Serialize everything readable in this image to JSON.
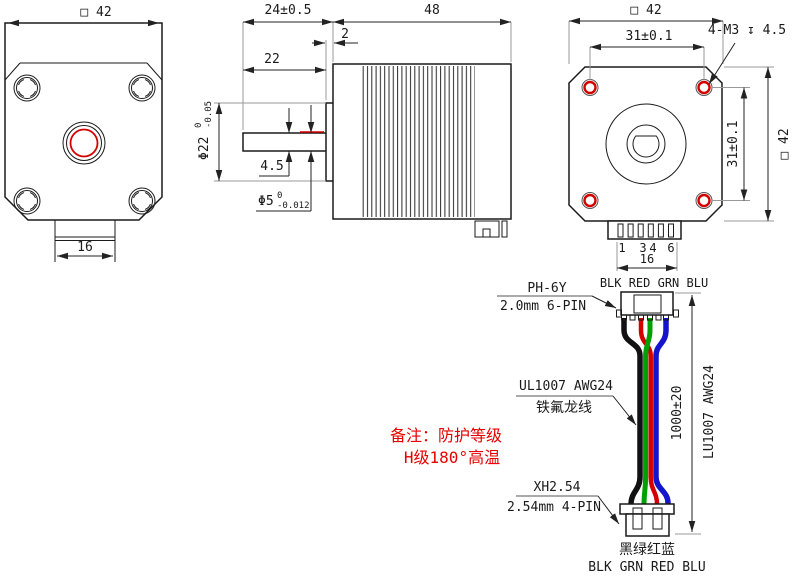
{
  "rear_view": {
    "width_dim": "□ 42",
    "tab_width_dim": "16"
  },
  "side_view": {
    "shaft_len_dim": "24±0.5",
    "body_len_dim": "48",
    "boss_len_dim": "2",
    "shaft_exposed_dim": "22",
    "pilot_dia": "Φ22",
    "pilot_tol_hi": "0",
    "pilot_tol_lo": "-0.05",
    "flat_dim": "4.5",
    "shaft_dia": "Φ5",
    "shaft_tol_hi": "0",
    "shaft_tol_lo": "-0.012"
  },
  "front_view": {
    "width_dim": "□ 42",
    "hole_span_h_dim": "31±0.1",
    "hole_span_v_dim": "31±0.1",
    "height_dim": "□ 42",
    "thread_callout": "4-M3 ↧ 4.5"
  },
  "header": {
    "pin1": "1",
    "pin3": "3",
    "pin4": "4",
    "pin6": "6",
    "width_dim": "16",
    "wire_order": "BLK RED GRN BLU"
  },
  "cable": {
    "top_name": "PH-6Y",
    "top_spec": "2.0mm 6-PIN",
    "wire_spec": "UL1007 AWG24",
    "wire_material": "铁氟龙线",
    "length_dim": "1000±20",
    "length_label": "LU1007 AWG24",
    "bottom_name": "XH2.54",
    "bottom_spec": "2.54mm 4-PIN",
    "bottom_order_cn": "黑绿红蓝",
    "bottom_order_en": "BLK GRN RED BLU"
  },
  "note": {
    "line1": "备注：防护等级",
    "line2": "H级180°高温"
  },
  "colors": {
    "wire_black": "#111111",
    "wire_red": "#d40000",
    "wire_green": "#00a000",
    "wire_blue": "#1414cc",
    "hole_red": "#d40000",
    "note_red": "#e60000"
  }
}
